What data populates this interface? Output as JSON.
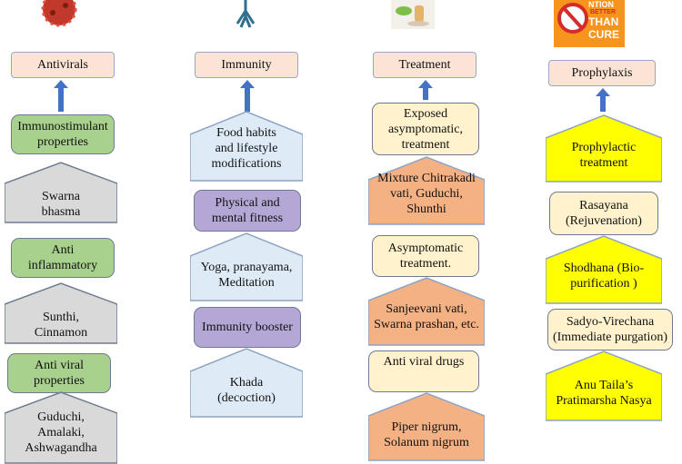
{
  "columns": [
    {
      "header": "Antivirals",
      "items": [
        "Immunostimulant properties",
        "Swarna bhasma",
        "Anti inflammatory",
        "Sunthi, Cinnamon",
        "Anti viral properties",
        "Guduchi, Amalaki, Ashwagandha"
      ]
    },
    {
      "header": "Immunity",
      "items": [
        "Food habits and lifestyle modifications",
        "Physical and mental fitness",
        "Yoga, pranayama, Meditation",
        "Immunity booster",
        "Khada (decoction)"
      ]
    },
    {
      "header": "Treatment",
      "items": [
        "Exposed asymptomatic, treatment",
        "Mixture Chitrakadi vati, Guduchi, Shunthi",
        "Asymptomatic treatment.",
        "Sanjeevani vati, Swarna prashan, etc.",
        "Anti viral drugs",
        "Piper nigrum, Solanum nigrum"
      ]
    },
    {
      "header": "Prophylaxis",
      "items": [
        "Prophylactic treatment",
        "Rasayana (Rejuvenation)",
        "Shodhana (Bio-purification )",
        "Sadyo-Virechana (Immediate purgation)",
        "Anu Taila’s Pratimarsha Nasya"
      ]
    }
  ],
  "poster": {
    "line1": "NTION",
    "line2": "BETTER",
    "line3": "THAN",
    "line4": "CURE"
  },
  "colors": {
    "arrow": "#4472c4",
    "header_fill": "#fbe4d5",
    "green": "#a9d18e",
    "grey": "#d9d9d9",
    "blue": "#deebf7",
    "purple": "#b4a7d6",
    "cream": "#fff2cc",
    "orange": "#f4b183",
    "yellow": "#ffff00"
  }
}
